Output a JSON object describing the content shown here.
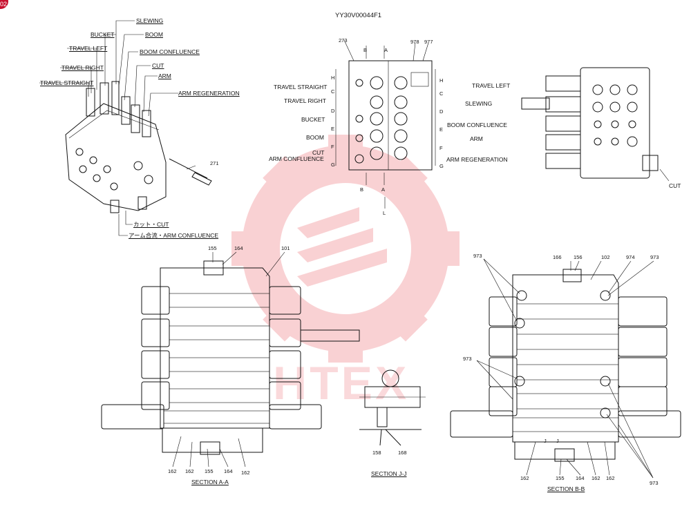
{
  "page": {
    "corner_badge": "02",
    "drawing_code": "YY30V00044F1"
  },
  "iso_view": {
    "labels": [
      "SLEWING",
      "BUCKET",
      "BOOM",
      "TRAVEL LEFT",
      "BOOM CONFLUENCE",
      "TRAVEL RIGHT",
      "CUT",
      "ARM",
      "TRAVEL STRAIGHT",
      "ARM REGENERATION"
    ],
    "bolt_no": "271",
    "bottom_labels": [
      "カット・CUT",
      "アーム合流・ARM CONFLUENCE"
    ]
  },
  "front_view": {
    "part_no": "273",
    "top_numbers": [
      "978",
      "977"
    ],
    "section_letters": {
      "b": "B",
      "a": "A",
      "l": "L"
    },
    "left_labels": [
      "TRAVEL STRAIGHT",
      "TRAVEL RIGHT",
      "BUCKET",
      "BOOM",
      "CUT",
      "ARM CONFLUENCE"
    ],
    "right_labels": [
      "TRAVEL LEFT",
      "SLEWING",
      "BOOM CONFLUENCE",
      "ARM",
      "ARM REGENERATION"
    ],
    "left_letters": [
      "H",
      "C",
      "D",
      "E",
      "F",
      "G"
    ],
    "right_letters": [
      "H",
      "C",
      "D",
      "E",
      "F",
      "G"
    ]
  },
  "side_view": {
    "label": "CUT"
  },
  "section_aa": {
    "top_numbers": [
      "155",
      "164",
      "101"
    ],
    "bottom_numbers": [
      "162",
      "162",
      "155",
      "164",
      "162"
    ],
    "title": "SECTION A-A"
  },
  "section_jj": {
    "numbers": [
      "158",
      "168"
    ],
    "title": "SECTION J-J"
  },
  "section_bb": {
    "top_numbers": [
      "973",
      "166",
      "156",
      "102",
      "974",
      "973"
    ],
    "left_number": "973",
    "bottom_numbers": [
      "162",
      "155",
      "164",
      "162",
      "162",
      "973"
    ],
    "jj_letters": [
      "J",
      "J"
    ],
    "title": "SECTION B-B"
  },
  "watermark": {
    "text": "HTEX",
    "color": "#e8323c"
  }
}
